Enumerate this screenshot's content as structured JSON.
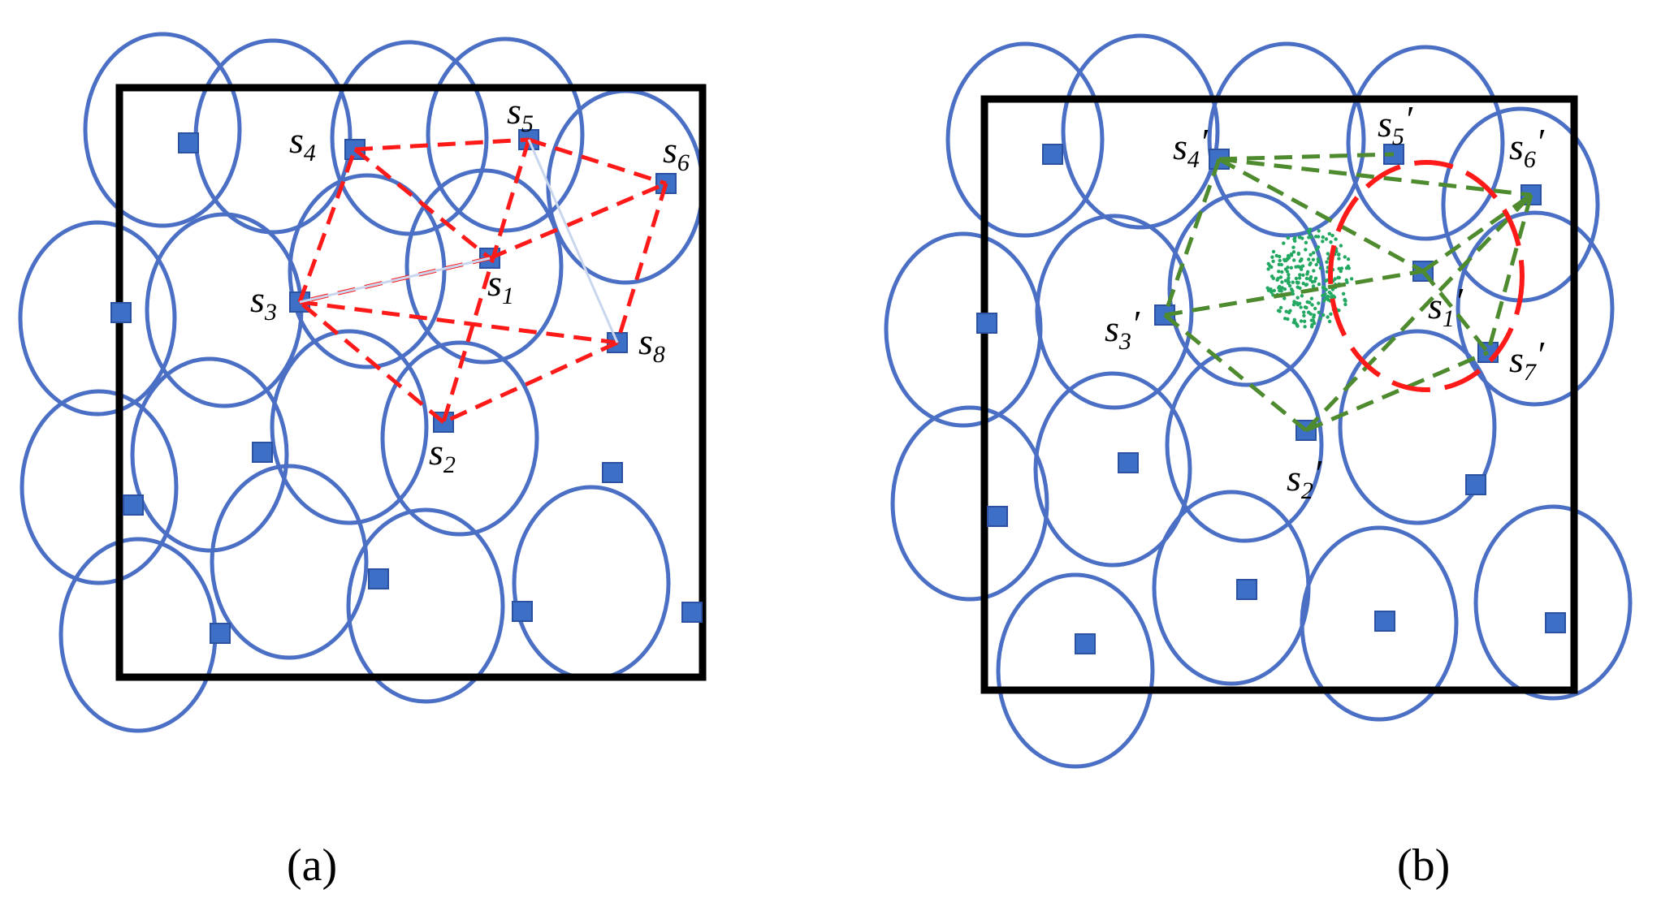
{
  "colors": {
    "circle": "#4a6fc4",
    "node": "#3d6fc7",
    "node_border": "#2a52a0",
    "frame": "#000000",
    "red_dash": "#ff1a1a",
    "green_dash": "#4e8a2e",
    "green_dots": "#22a860"
  },
  "panels": [
    {
      "id": "a",
      "caption": "(a)",
      "labels": [
        {
          "id": "s1",
          "base": "s",
          "sub": "1",
          "prime": false
        },
        {
          "id": "s2",
          "base": "s",
          "sub": "2",
          "prime": false
        },
        {
          "id": "s3",
          "base": "s",
          "sub": "3",
          "prime": false
        },
        {
          "id": "s4",
          "base": "s",
          "sub": "4",
          "prime": false
        },
        {
          "id": "s5",
          "base": "s",
          "sub": "5",
          "prime": false
        },
        {
          "id": "s6",
          "base": "s",
          "sub": "6",
          "prime": false
        },
        {
          "id": "s8",
          "base": "s",
          "sub": "8",
          "prime": false
        }
      ]
    },
    {
      "id": "b",
      "caption": "(b)",
      "labels": [
        {
          "id": "s1p",
          "base": "s",
          "sub": "1",
          "prime": true
        },
        {
          "id": "s2p",
          "base": "s",
          "sub": "2",
          "prime": true
        },
        {
          "id": "s3p",
          "base": "s",
          "sub": "3",
          "prime": true
        },
        {
          "id": "s4p",
          "base": "s",
          "sub": "4",
          "prime": true
        },
        {
          "id": "s5p",
          "base": "s",
          "sub": "5",
          "prime": true
        },
        {
          "id": "s6p",
          "base": "s",
          "sub": "6",
          "prime": true
        },
        {
          "id": "s7p",
          "base": "s",
          "sub": "7",
          "prime": true
        }
      ]
    }
  ]
}
